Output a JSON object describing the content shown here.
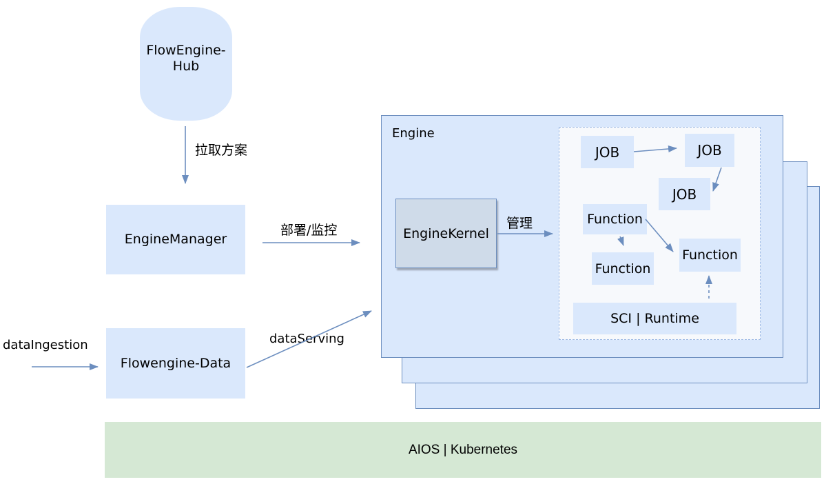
{
  "hub": {
    "line1": "FlowEngine-",
    "line2": "Hub"
  },
  "nodes": {
    "engine_manager": "EngineManager",
    "flowengine_data": "Flowengine-Data",
    "engine": "Engine",
    "engine_kernel": "EngineKernel",
    "jobs": [
      "JOB",
      "JOB",
      "JOB"
    ],
    "functions": [
      "Function",
      "Function",
      "Function"
    ],
    "sci_runtime": "SCI | Runtime"
  },
  "edges": {
    "pull_plan": "拉取方案",
    "deploy_monitor": "部署/监控",
    "manage": "管理",
    "data_ingestion": "dataIngestion",
    "data_serving": "dataServing"
  },
  "platform": {
    "label": "AIOS | Kubernetes"
  },
  "colors": {
    "node_fill": "#dae8fc",
    "node_border": "#6c8ebf",
    "kernel_fill": "#cfdbe9",
    "group_fill": "#f7f9fc",
    "group_border": "#9cb9e4",
    "platform_fill": "#d5e8d4",
    "arrow_color": "#6c8ebf"
  }
}
